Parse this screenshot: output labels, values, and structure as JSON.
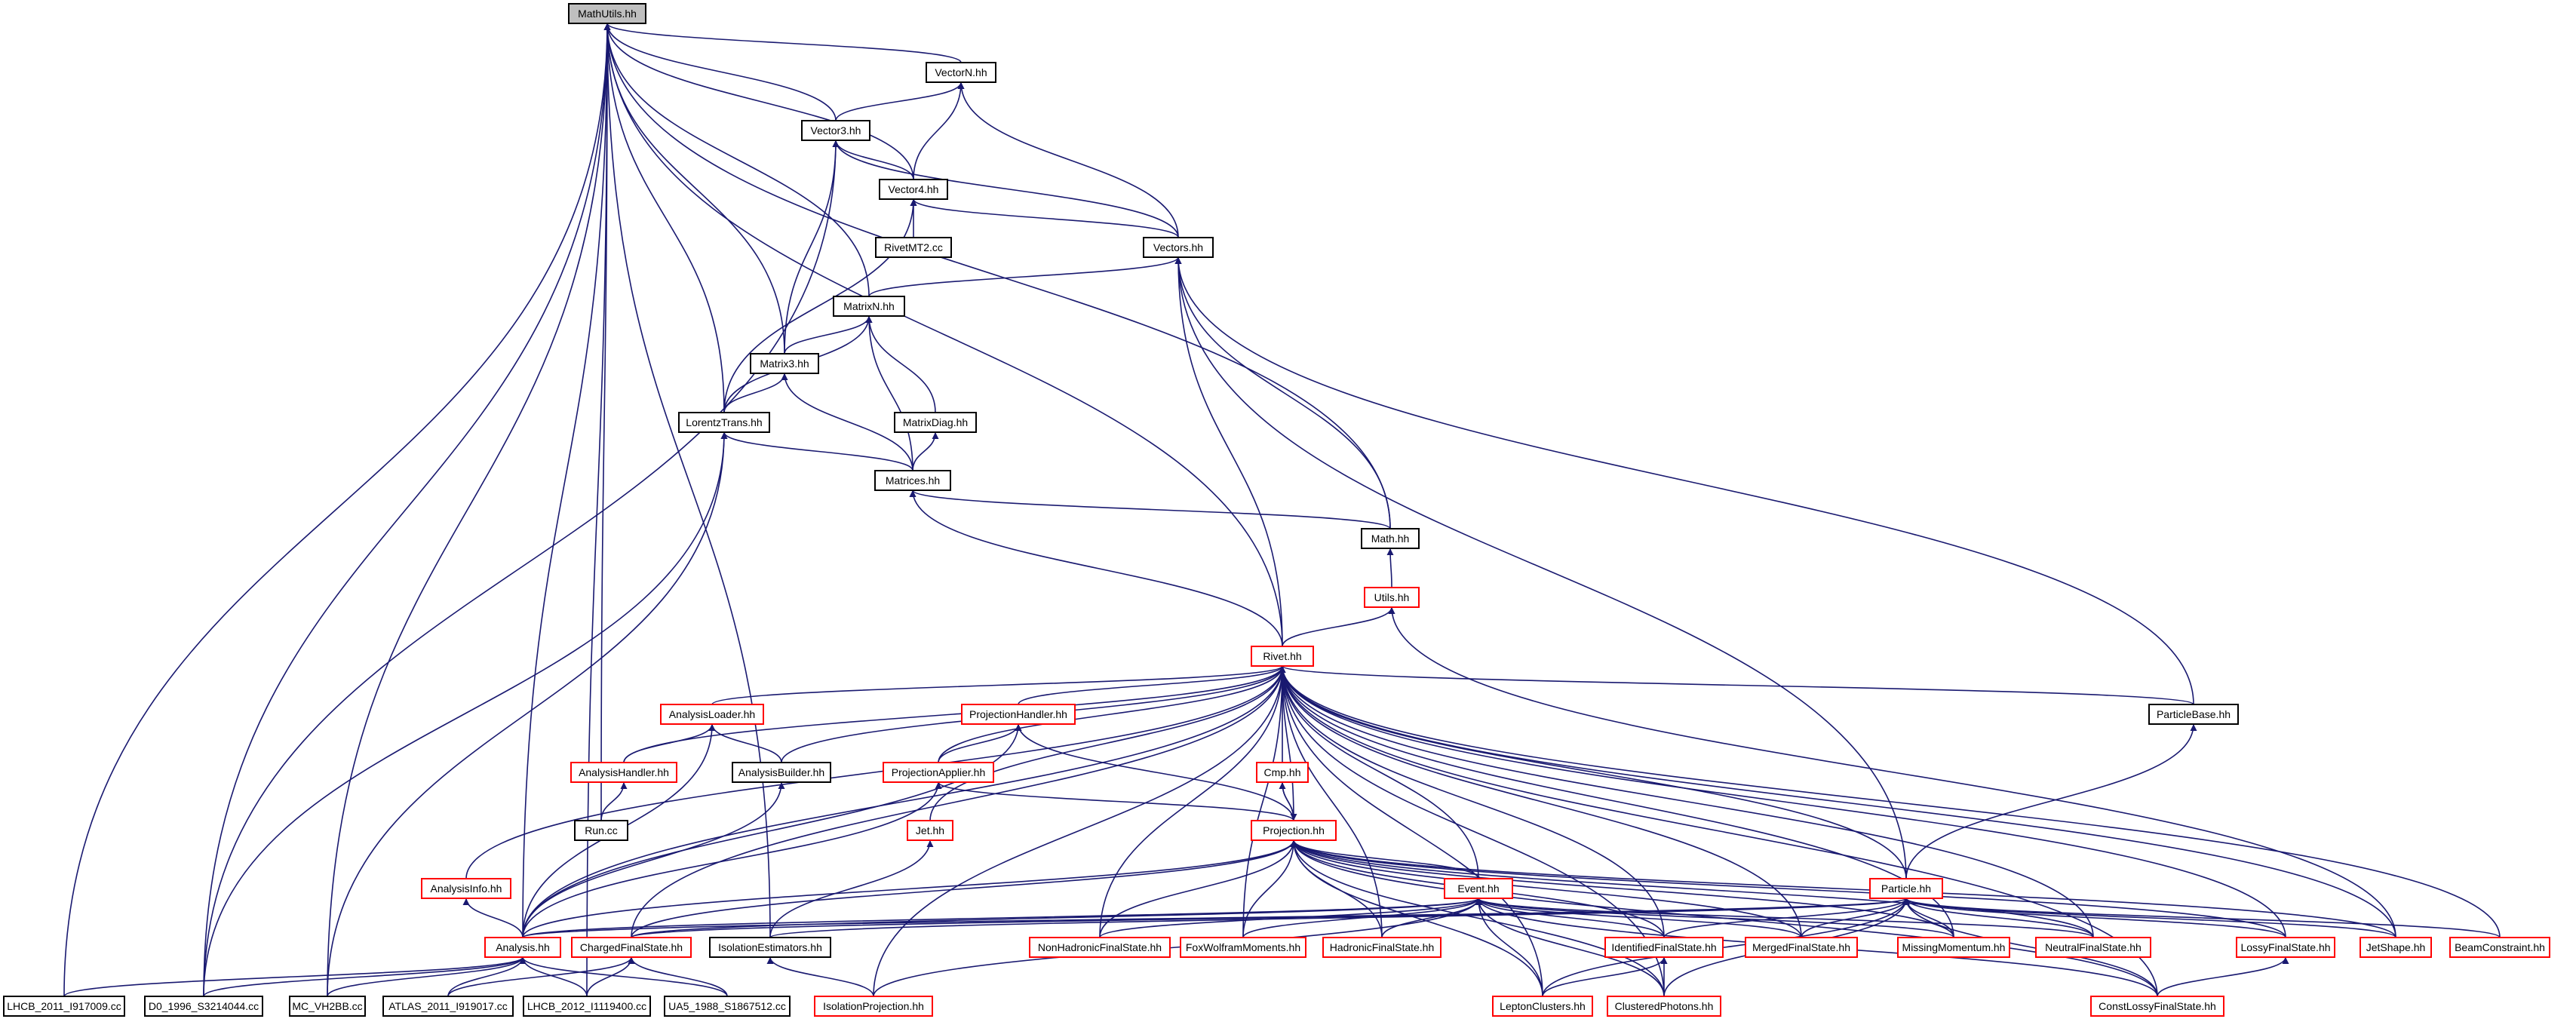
{
  "colors": {
    "edge": "#191970",
    "node_border_default": "#000000",
    "node_border_incomplete": "#ff0000",
    "node_fill_root": "#bfbfbf",
    "node_fill": "#ffffff"
  },
  "graph": {
    "root": "MathUtils.hh",
    "nodes": [
      {
        "id": "mathutils",
        "label": "MathUtils.hh",
        "style": "root"
      },
      {
        "id": "vectorn",
        "label": "VectorN.hh",
        "style": "default"
      },
      {
        "id": "vector3",
        "label": "Vector3.hh",
        "style": "default"
      },
      {
        "id": "vector4",
        "label": "Vector4.hh",
        "style": "default"
      },
      {
        "id": "rivetmt2",
        "label": "RivetMT2.cc",
        "style": "default"
      },
      {
        "id": "vectors",
        "label": "Vectors.hh",
        "style": "default"
      },
      {
        "id": "matrixn",
        "label": "MatrixN.hh",
        "style": "default"
      },
      {
        "id": "matrix3",
        "label": "Matrix3.hh",
        "style": "default"
      },
      {
        "id": "matrixdiag",
        "label": "MatrixDiag.hh",
        "style": "default"
      },
      {
        "id": "lorentztrans",
        "label": "LorentzTrans.hh",
        "style": "default"
      },
      {
        "id": "matrices",
        "label": "Matrices.hh",
        "style": "default"
      },
      {
        "id": "math",
        "label": "Math.hh",
        "style": "default"
      },
      {
        "id": "utils",
        "label": "Utils.hh",
        "style": "incomplete"
      },
      {
        "id": "rivet",
        "label": "Rivet.hh",
        "style": "incomplete"
      },
      {
        "id": "analysisloader",
        "label": "AnalysisLoader.hh",
        "style": "incomplete"
      },
      {
        "id": "analysishandler",
        "label": "AnalysisHandler.hh",
        "style": "incomplete"
      },
      {
        "id": "analysisbuilder",
        "label": "AnalysisBuilder.hh",
        "style": "default"
      },
      {
        "id": "runcc",
        "label": "Run.cc",
        "style": "default"
      },
      {
        "id": "projectionhandler",
        "label": "ProjectionHandler.hh",
        "style": "incomplete"
      },
      {
        "id": "projectionapplier",
        "label": "ProjectionApplier.hh",
        "style": "incomplete"
      },
      {
        "id": "cmp",
        "label": "Cmp.hh",
        "style": "incomplete"
      },
      {
        "id": "particlebase",
        "label": "ParticleBase.hh",
        "style": "default"
      },
      {
        "id": "jet",
        "label": "Jet.hh",
        "style": "incomplete"
      },
      {
        "id": "projection",
        "label": "Projection.hh",
        "style": "incomplete"
      },
      {
        "id": "analysisinfo",
        "label": "AnalysisInfo.hh",
        "style": "incomplete"
      },
      {
        "id": "event",
        "label": "Event.hh",
        "style": "incomplete"
      },
      {
        "id": "particle",
        "label": "Particle.hh",
        "style": "incomplete"
      },
      {
        "id": "analysis",
        "label": "Analysis.hh",
        "style": "incomplete"
      },
      {
        "id": "chargedfs",
        "label": "ChargedFinalState.hh",
        "style": "incomplete"
      },
      {
        "id": "isolationest",
        "label": "IsolationEstimators.hh",
        "style": "default"
      },
      {
        "id": "nonhadronicfs",
        "label": "NonHadronicFinalState.hh",
        "style": "incomplete"
      },
      {
        "id": "foxwolfram",
        "label": "FoxWolframMoments.hh",
        "style": "incomplete"
      },
      {
        "id": "hadronicfs",
        "label": "HadronicFinalState.hh",
        "style": "incomplete"
      },
      {
        "id": "identifiedfs",
        "label": "IdentifiedFinalState.hh",
        "style": "incomplete"
      },
      {
        "id": "mergedfs",
        "label": "MergedFinalState.hh",
        "style": "incomplete"
      },
      {
        "id": "missingmom",
        "label": "MissingMomentum.hh",
        "style": "incomplete"
      },
      {
        "id": "neutralfs",
        "label": "NeutralFinalState.hh",
        "style": "incomplete"
      },
      {
        "id": "lossyfs",
        "label": "LossyFinalState.hh",
        "style": "incomplete"
      },
      {
        "id": "jetshape",
        "label": "JetShape.hh",
        "style": "incomplete"
      },
      {
        "id": "beamconstraint",
        "label": "BeamConstraint.hh",
        "style": "incomplete"
      },
      {
        "id": "lhcb2011",
        "label": "LHCB_2011_I917009.cc",
        "style": "default"
      },
      {
        "id": "d0",
        "label": "D0_1996_S3214044.cc",
        "style": "default"
      },
      {
        "id": "mcvh2bb",
        "label": "MC_VH2BB.cc",
        "style": "default"
      },
      {
        "id": "atlas2011",
        "label": "ATLAS_2011_I919017.cc",
        "style": "default"
      },
      {
        "id": "lhcb2012",
        "label": "LHCB_2012_I1119400.cc",
        "style": "default"
      },
      {
        "id": "ua5",
        "label": "UA5_1988_S1867512.cc",
        "style": "default"
      },
      {
        "id": "isolationproj",
        "label": "IsolationProjection.hh",
        "style": "incomplete"
      },
      {
        "id": "leptonclusters",
        "label": "LeptonClusters.hh",
        "style": "incomplete"
      },
      {
        "id": "clusteredphotons",
        "label": "ClusteredPhotons.hh",
        "style": "incomplete"
      },
      {
        "id": "constlossyfs",
        "label": "ConstLossyFinalState.hh",
        "style": "incomplete"
      }
    ],
    "edges": [
      [
        "vectorn",
        "mathutils"
      ],
      [
        "vector3",
        "mathutils"
      ],
      [
        "vector4",
        "mathutils"
      ],
      [
        "matrixn",
        "mathutils"
      ],
      [
        "matrix3",
        "mathutils"
      ],
      [
        "lorentztrans",
        "mathutils"
      ],
      [
        "math",
        "mathutils"
      ],
      [
        "rivet",
        "mathutils"
      ],
      [
        "runcc",
        "mathutils"
      ],
      [
        "analysis",
        "mathutils"
      ],
      [
        "isolationest",
        "mathutils"
      ],
      [
        "lhcb2011",
        "mathutils"
      ],
      [
        "d0",
        "mathutils"
      ],
      [
        "mcvh2bb",
        "mathutils"
      ],
      [
        "lhcb2012",
        "mathutils"
      ],
      [
        "vector3",
        "vectorn"
      ],
      [
        "vector4",
        "vectorn"
      ],
      [
        "vectors",
        "vectorn"
      ],
      [
        "vector4",
        "vector3"
      ],
      [
        "vectors",
        "vector3"
      ],
      [
        "matrix3",
        "vector3"
      ],
      [
        "d0",
        "vector3"
      ],
      [
        "rivetmt2",
        "vector4"
      ],
      [
        "vectors",
        "vector4"
      ],
      [
        "lorentztrans",
        "vector4"
      ],
      [
        "matrixn",
        "vectors"
      ],
      [
        "math",
        "vectors"
      ],
      [
        "rivet",
        "vectors"
      ],
      [
        "particle",
        "vectors"
      ],
      [
        "particlebase",
        "vectors"
      ],
      [
        "matrix3",
        "matrixn"
      ],
      [
        "lorentztrans",
        "matrixn"
      ],
      [
        "matrixdiag",
        "matrixn"
      ],
      [
        "matrices",
        "matrixn"
      ],
      [
        "lorentztrans",
        "matrix3"
      ],
      [
        "matrices",
        "matrix3"
      ],
      [
        "matrices",
        "matrixdiag"
      ],
      [
        "matrices",
        "lorentztrans"
      ],
      [
        "d0",
        "lorentztrans"
      ],
      [
        "mcvh2bb",
        "lorentztrans"
      ],
      [
        "math",
        "matrices"
      ],
      [
        "rivet",
        "matrices"
      ],
      [
        "utils",
        "math"
      ],
      [
        "rivet",
        "utils"
      ],
      [
        "jetshape",
        "utils"
      ],
      [
        "analysisloader",
        "rivet"
      ],
      [
        "analysishandler",
        "rivet"
      ],
      [
        "analysisbuilder",
        "rivet"
      ],
      [
        "projectionhandler",
        "rivet"
      ],
      [
        "projectionapplier",
        "rivet"
      ],
      [
        "cmp",
        "rivet"
      ],
      [
        "particlebase",
        "rivet"
      ],
      [
        "jet",
        "rivet"
      ],
      [
        "projection",
        "rivet"
      ],
      [
        "analysisinfo",
        "rivet"
      ],
      [
        "event",
        "rivet"
      ],
      [
        "particle",
        "rivet"
      ],
      [
        "analysis",
        "rivet"
      ],
      [
        "chargedfs",
        "rivet"
      ],
      [
        "nonhadronicfs",
        "rivet"
      ],
      [
        "foxwolfram",
        "rivet"
      ],
      [
        "hadronicfs",
        "rivet"
      ],
      [
        "identifiedfs",
        "rivet"
      ],
      [
        "mergedfs",
        "rivet"
      ],
      [
        "missingmom",
        "rivet"
      ],
      [
        "neutralfs",
        "rivet"
      ],
      [
        "lossyfs",
        "rivet"
      ],
      [
        "jetshape",
        "rivet"
      ],
      [
        "beamconstraint",
        "rivet"
      ],
      [
        "isolationproj",
        "rivet"
      ],
      [
        "leptonclusters",
        "rivet"
      ],
      [
        "clusteredphotons",
        "rivet"
      ],
      [
        "constlossyfs",
        "rivet"
      ],
      [
        "analysishandler",
        "analysisloader"
      ],
      [
        "analysisbuilder",
        "analysisloader"
      ],
      [
        "analysis",
        "analysisloader"
      ],
      [
        "runcc",
        "analysishandler"
      ],
      [
        "analysis",
        "analysisbuilder"
      ],
      [
        "projectionapplier",
        "projectionhandler"
      ],
      [
        "projection",
        "projectionhandler"
      ],
      [
        "analysis",
        "projectionhandler"
      ],
      [
        "projection",
        "projectionapplier"
      ],
      [
        "analysis",
        "projectionapplier"
      ],
      [
        "projection",
        "cmp"
      ],
      [
        "cmp",
        "projection"
      ],
      [
        "particle",
        "particlebase"
      ],
      [
        "isolationest",
        "jet"
      ],
      [
        "event",
        "projection"
      ],
      [
        "analysis",
        "projection"
      ],
      [
        "chargedfs",
        "projection"
      ],
      [
        "nonhadronicfs",
        "projection"
      ],
      [
        "foxwolfram",
        "projection"
      ],
      [
        "hadronicfs",
        "projection"
      ],
      [
        "identifiedfs",
        "projection"
      ],
      [
        "mergedfs",
        "projection"
      ],
      [
        "missingmom",
        "projection"
      ],
      [
        "neutralfs",
        "projection"
      ],
      [
        "lossyfs",
        "projection"
      ],
      [
        "jetshape",
        "projection"
      ],
      [
        "leptonclusters",
        "projection"
      ],
      [
        "clusteredphotons",
        "projection"
      ],
      [
        "constlossyfs",
        "projection"
      ],
      [
        "analysis",
        "analysisinfo"
      ],
      [
        "analysis",
        "event"
      ],
      [
        "chargedfs",
        "event"
      ],
      [
        "nonhadronicfs",
        "event"
      ],
      [
        "foxwolfram",
        "event"
      ],
      [
        "hadronicfs",
        "event"
      ],
      [
        "identifiedfs",
        "event"
      ],
      [
        "mergedfs",
        "event"
      ],
      [
        "missingmom",
        "event"
      ],
      [
        "neutralfs",
        "event"
      ],
      [
        "leptonclusters",
        "event"
      ],
      [
        "clusteredphotons",
        "event"
      ],
      [
        "constlossyfs",
        "event"
      ],
      [
        "isolationproj",
        "event"
      ],
      [
        "analysis",
        "particle"
      ],
      [
        "chargedfs",
        "particle"
      ],
      [
        "isolationest",
        "particle"
      ],
      [
        "identifiedfs",
        "particle"
      ],
      [
        "mergedfs",
        "particle"
      ],
      [
        "missingmom",
        "particle"
      ],
      [
        "neutralfs",
        "particle"
      ],
      [
        "lossyfs",
        "particle"
      ],
      [
        "jetshape",
        "particle"
      ],
      [
        "beamconstraint",
        "particle"
      ],
      [
        "leptonclusters",
        "particle"
      ],
      [
        "clusteredphotons",
        "particle"
      ],
      [
        "constlossyfs",
        "particle"
      ],
      [
        "lhcb2011",
        "analysis"
      ],
      [
        "d0",
        "analysis"
      ],
      [
        "mcvh2bb",
        "analysis"
      ],
      [
        "atlas2011",
        "analysis"
      ],
      [
        "lhcb2012",
        "analysis"
      ],
      [
        "ua5",
        "analysis"
      ],
      [
        "atlas2011",
        "chargedfs"
      ],
      [
        "lhcb2012",
        "chargedfs"
      ],
      [
        "ua5",
        "chargedfs"
      ],
      [
        "isolationproj",
        "isolationest"
      ],
      [
        "leptonclusters",
        "identifiedfs"
      ],
      [
        "clusteredphotons",
        "identifiedfs"
      ],
      [
        "constlossyfs",
        "lossyfs"
      ]
    ]
  }
}
